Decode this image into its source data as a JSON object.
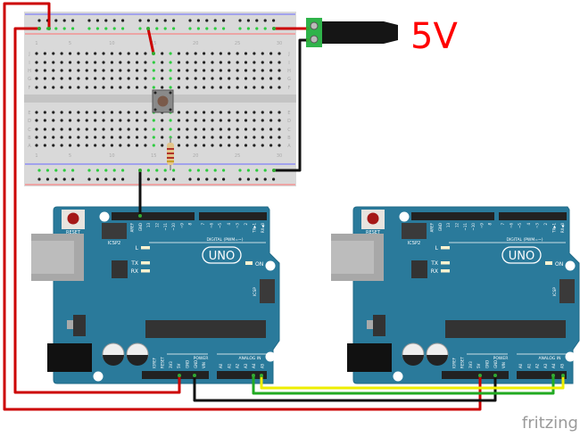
{
  "supply_label": "5V",
  "watermark": "fritzing",
  "colors": {
    "board": "#2a7a9b",
    "wire_red": "#cc0000",
    "wire_black": "#111111",
    "wire_green": "#22aa22",
    "wire_yellow": "#eeee00",
    "supply_text": "#ff0000"
  },
  "breadboard": {
    "column_numbers": [
      "1",
      "5",
      "10",
      "15",
      "20",
      "25",
      "30"
    ],
    "row_letters_top": [
      "J",
      "I",
      "H",
      "G",
      "F"
    ],
    "row_letters_bottom": [
      "E",
      "D",
      "C",
      "B",
      "A"
    ]
  },
  "arduino": {
    "reset": "RESET",
    "icsp2": "ICSP2",
    "icsp": "ICSP",
    "led_l": "L",
    "led_tx": "TX",
    "led_rx": "RX",
    "logo": "UNO",
    "led_on": "ON",
    "digital": "DIGITAL (PWM=~)",
    "power": "POWER",
    "analog": "ANALOG IN",
    "digital_pins": [
      "",
      "",
      "AREF",
      "GND",
      "13",
      "12",
      "~11",
      "~10",
      "~9",
      "8",
      "7",
      "~6",
      "~5",
      "4",
      "~3",
      "2",
      "TX▶1",
      "RX◀0"
    ],
    "power_pins": [
      "",
      "IOREF",
      "RESET",
      "3V3",
      "5V",
      "GND",
      "GND",
      "VIN"
    ],
    "analog_pins": [
      "A0",
      "A1",
      "A2",
      "A3",
      "A4",
      "A5"
    ]
  }
}
